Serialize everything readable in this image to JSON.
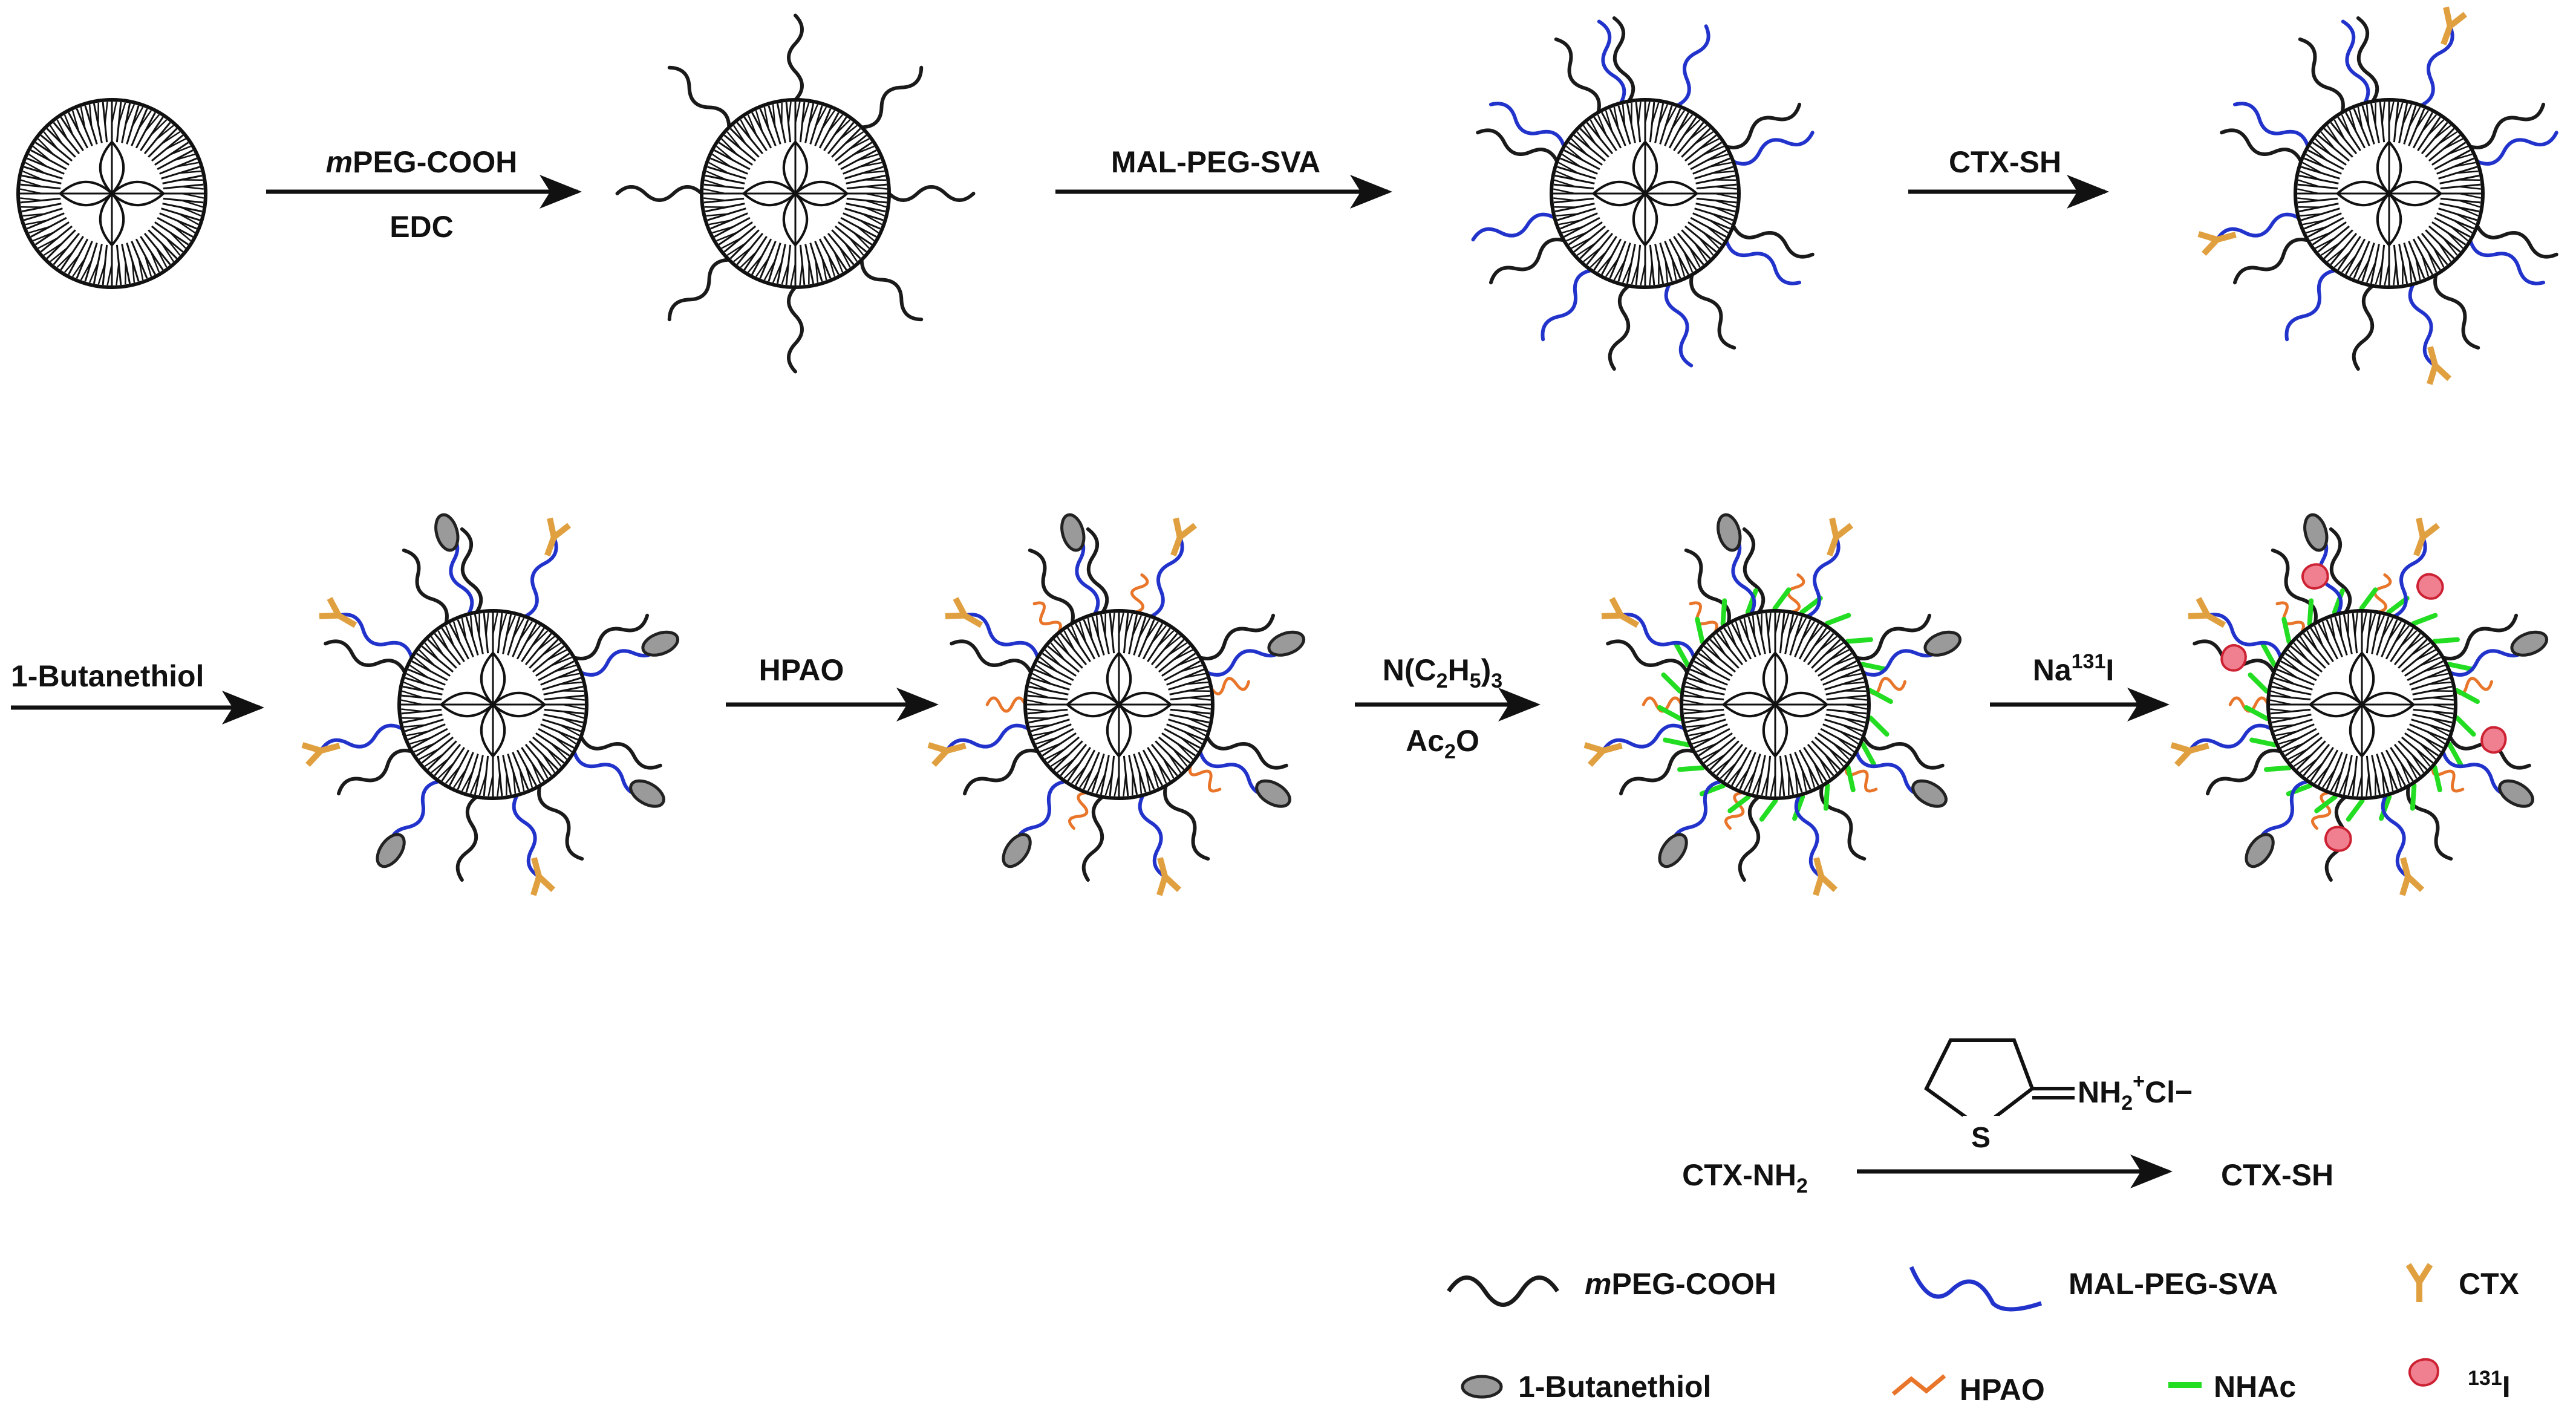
{
  "steps": [
    {
      "reagent_top_italic": "m",
      "reagent_top": "PEG-COOH",
      "reagent_bottom": "EDC"
    },
    {
      "reagent_top": "MAL-PEG-SVA"
    },
    {
      "reagent_top": "CTX-SH"
    },
    {
      "reagent_left": "1-Butanethiol"
    },
    {
      "reagent_top": "HPAO"
    },
    {
      "reagent_top_main": "N(C",
      "reagent_top_sub1": "2",
      "reagent_top_mid": "H",
      "reagent_top_sub2": "5",
      "reagent_top_close": ")",
      "reagent_top_sub3": "3",
      "reagent_bottom_main": "Ac",
      "reagent_bottom_sub": "2",
      "reagent_bottom_end": "O"
    },
    {
      "reagent_top_main": "Na",
      "reagent_top_sup": "131",
      "reagent_top_end": "I"
    }
  ],
  "side_reaction": {
    "reactant_main": "CTX-NH",
    "reactant_sub": "2",
    "reagent_atom": "S",
    "reagent_main": "NH",
    "reagent_sub": "2",
    "reagent_sup": "+",
    "reagent_end": "Cl−",
    "product": "CTX-SH"
  },
  "legend": [
    {
      "italic": "m",
      "label": "PEG-COOH",
      "symbol": "mpeg-chain",
      "color": "#1a1a1a"
    },
    {
      "label": "MAL-PEG-SVA",
      "symbol": "mal-peg-chain",
      "color": "#2233cc"
    },
    {
      "label": "CTX",
      "symbol": "ctx-antibody",
      "color": "#e0a040"
    },
    {
      "label": "1-Butanethiol",
      "symbol": "butanethiol-ellipse",
      "color": "#8a8a8a"
    },
    {
      "label": "HPAO",
      "symbol": "hpao-chain",
      "color": "#e8752a"
    },
    {
      "label": "NHAc",
      "symbol": "nhac-bar",
      "color": "#22dd22"
    },
    {
      "sup": "131",
      "label": "I",
      "symbol": "iodine-drop",
      "color": "#e84a5f"
    }
  ]
}
